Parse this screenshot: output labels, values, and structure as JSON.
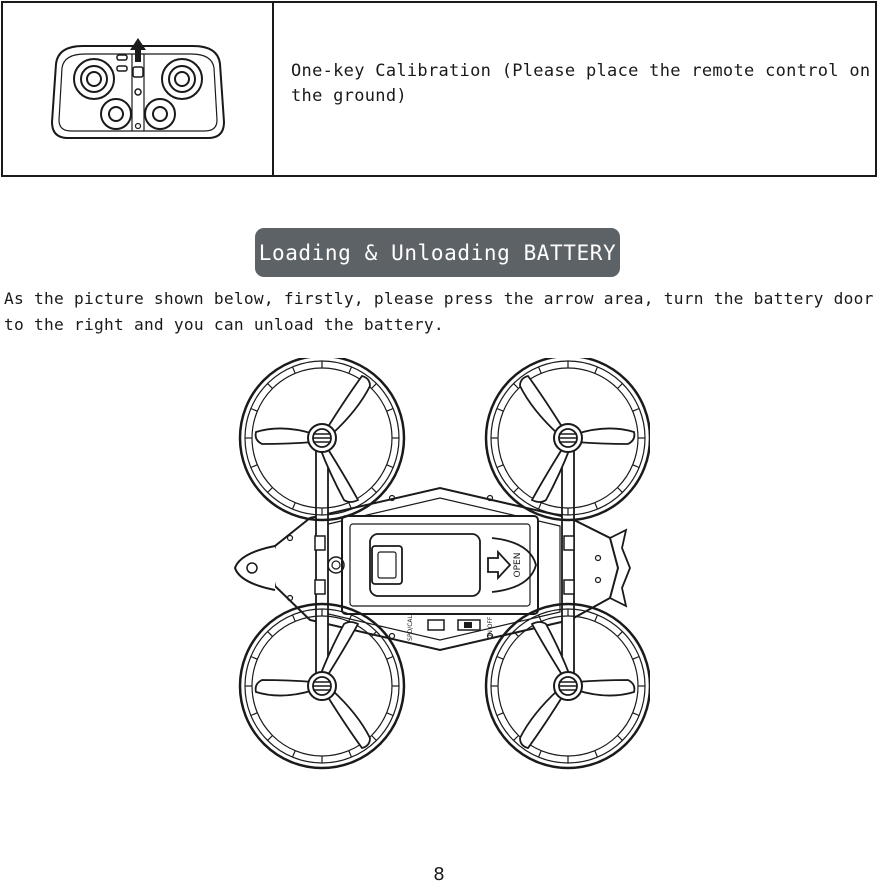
{
  "calibration": {
    "text": "One-key Calibration (Please place the remote control on the ground)"
  },
  "section": {
    "heading": "Loading & Unloading BATTERY",
    "instruction": "As the picture shown below, firstly, please press the arrow area, turn the battery door to the right and you can unload the battery."
  },
  "drone_labels": {
    "open": "OPEN",
    "switch_left": "SPD/CAL",
    "switch_right": "ON OFF"
  },
  "page": {
    "number": "8"
  }
}
